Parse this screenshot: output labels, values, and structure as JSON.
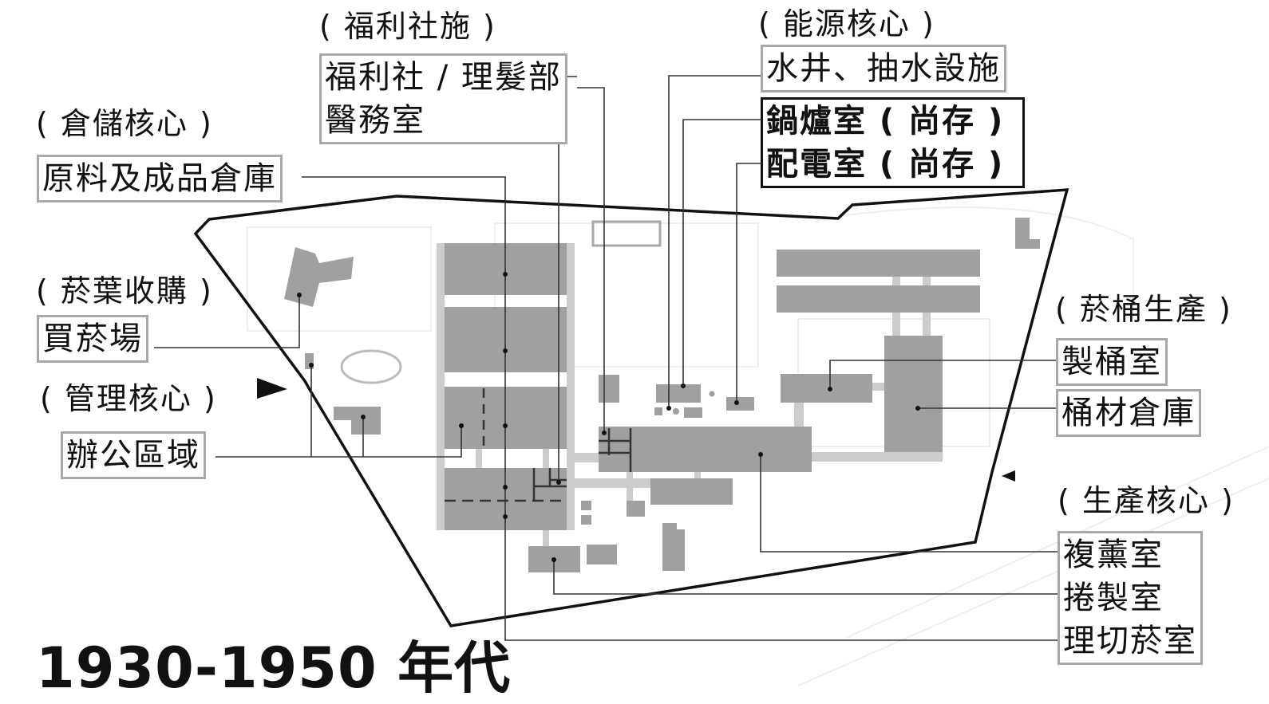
{
  "title": "1930-1950 年代",
  "colors": {
    "building": "#a0a0a0",
    "path": "#cccccc",
    "boundary": "#111111",
    "label_border": "#a8a8a8"
  },
  "groups": {
    "storage": {
      "category": "( 倉儲核心 )",
      "lines": [
        "原料及成品倉庫"
      ]
    },
    "purchase": {
      "category": "( 菸葉收購 )",
      "lines": [
        "買菸場"
      ]
    },
    "management": {
      "category": "( 管理核心 )",
      "lines": [
        "辦公區域"
      ]
    },
    "welfare": {
      "category": "( 福利社施 )",
      "lines": [
        "福利社 / 理髮部",
        "醫務室"
      ]
    },
    "energy": {
      "category": "( 能源核心 )",
      "lines": [
        "水井、抽水設施"
      ],
      "existing": [
        "鍋爐室 ( 尚存 )",
        "配電室 ( 尚存 )"
      ]
    },
    "barrel": {
      "category": "( 菸桶生產 )",
      "lines": [
        "製桶室",
        "桶材倉庫"
      ]
    },
    "production": {
      "category": "( 生產核心 )",
      "lines": [
        "複薰室",
        "捲製室",
        "理切菸室"
      ]
    }
  }
}
